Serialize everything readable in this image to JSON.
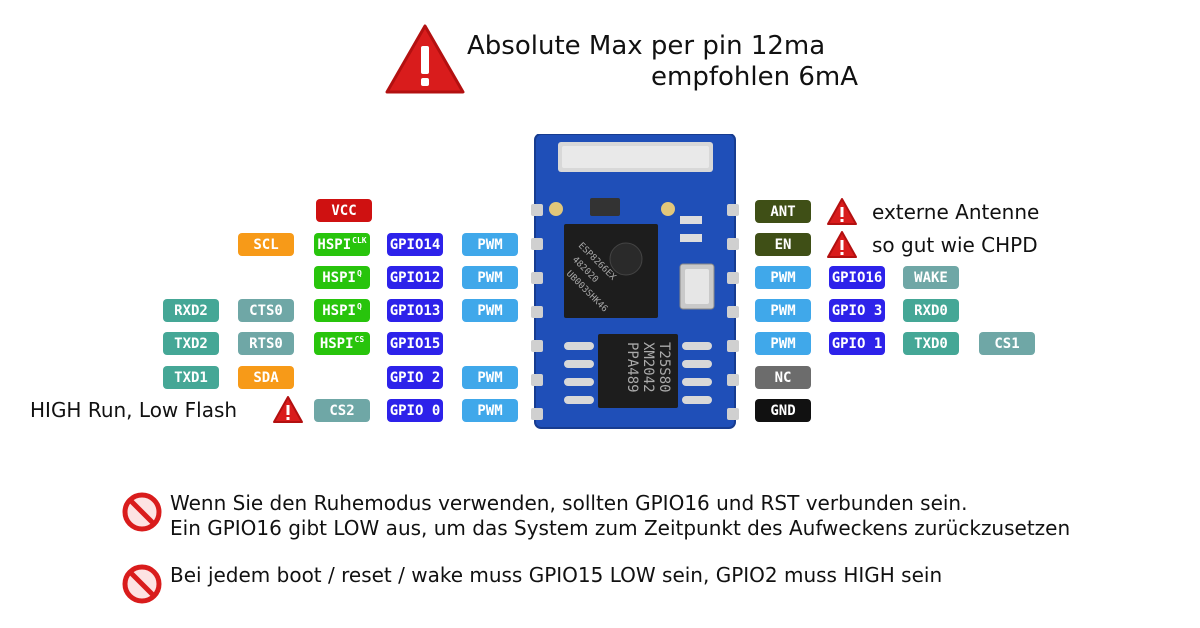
{
  "header": {
    "line1": "Absolute Max per pin 12ma",
    "line2": "empfohlen 6mA",
    "warning_icon": "warning-triangle-icon"
  },
  "left_pins": {
    "vcc": "VCC",
    "scl": "SCL",
    "hspi_clk": "HSPI",
    "hspi_clk_sup": "CLK",
    "hspi_q": "HSPI",
    "hspi_q_sup": "Q",
    "hspi_q2": "HSPI",
    "hspi_q2_sup": "Q",
    "hspi_cs": "HSPI",
    "hspi_cs_sup": "CS",
    "gpio14": "GPIO14",
    "gpio12": "GPIO12",
    "gpio13": "GPIO13",
    "gpio15": "GPIO15",
    "gpio2": "GPIO 2",
    "gpio0": "GPIO 0",
    "pwm1": "PWM",
    "pwm2": "PWM",
    "pwm3": "PWM",
    "pwm4": "PWM",
    "pwm5": "PWM",
    "rxd2": "RXD2",
    "cts0": "CTS0",
    "txd2": "TXD2",
    "rts0": "RTS0",
    "txd1": "TXD1",
    "sda": "SDA",
    "cs2": "CS2",
    "high_run_text": "HIGH Run, Low Flash"
  },
  "right_pins": {
    "ant": "ANT",
    "ant_text": "externe Antenne",
    "en": "EN",
    "en_text": "so gut wie CHPD",
    "pwm1": "PWM",
    "gpio16": "GPIO16",
    "wake": "WAKE",
    "pwm2": "PWM",
    "gpio3": "GPIO 3",
    "rxd0": "RXD0",
    "pwm3": "PWM",
    "gpio1": "GPIO 1",
    "txd0": "TXD0",
    "cs1": "CS1",
    "nc": "NC",
    "gnd": "GND"
  },
  "chip": {
    "esp_line1": "ESP8266EX",
    "esp_line2": "482020",
    "esp_line3": "UB003SHK46",
    "flash_line1": "T25S80",
    "flash_line2": "XM2042",
    "flash_line3": "PPA489"
  },
  "notes": {
    "note1_line1": "Wenn Sie den Ruhemodus verwenden, sollten GPIO16 und RST verbunden sein.",
    "note1_line2": "Ein GPIO16 gibt LOW aus, um das System zum Zeitpunkt des Aufweckens zurückzusetzen",
    "note2": "Bei jedem boot / reset / wake muss GPIO15 LOW sein, GPIO2 muss HIGH sein",
    "no_icon": "no-entry-icon"
  },
  "colors": {
    "red": "#cf1111",
    "orange": "#f79a18",
    "green": "#28c40c",
    "teal": "#45a796",
    "blue": "#2d22ea",
    "sky": "#40a8ea",
    "olive": "#3f4f16",
    "board": "#1f4fb8"
  }
}
